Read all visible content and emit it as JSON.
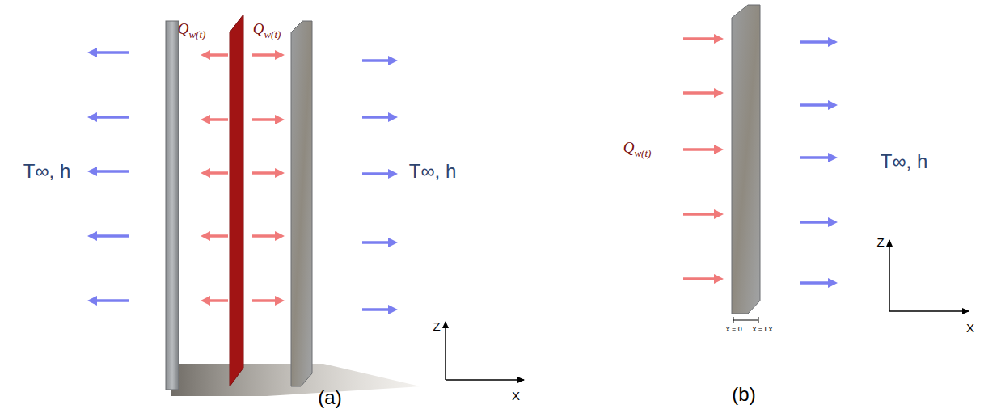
{
  "diagram": {
    "labels": [
      "Qw(t)",
      "Qw(t)",
      "T∞, h",
      "T∞, h",
      "Z",
      "X",
      "(a)",
      "Qw(t)",
      "T∞, h",
      "x = 0",
      "x = Lx",
      "Z",
      "X",
      "(b)"
    ]
  }
}
